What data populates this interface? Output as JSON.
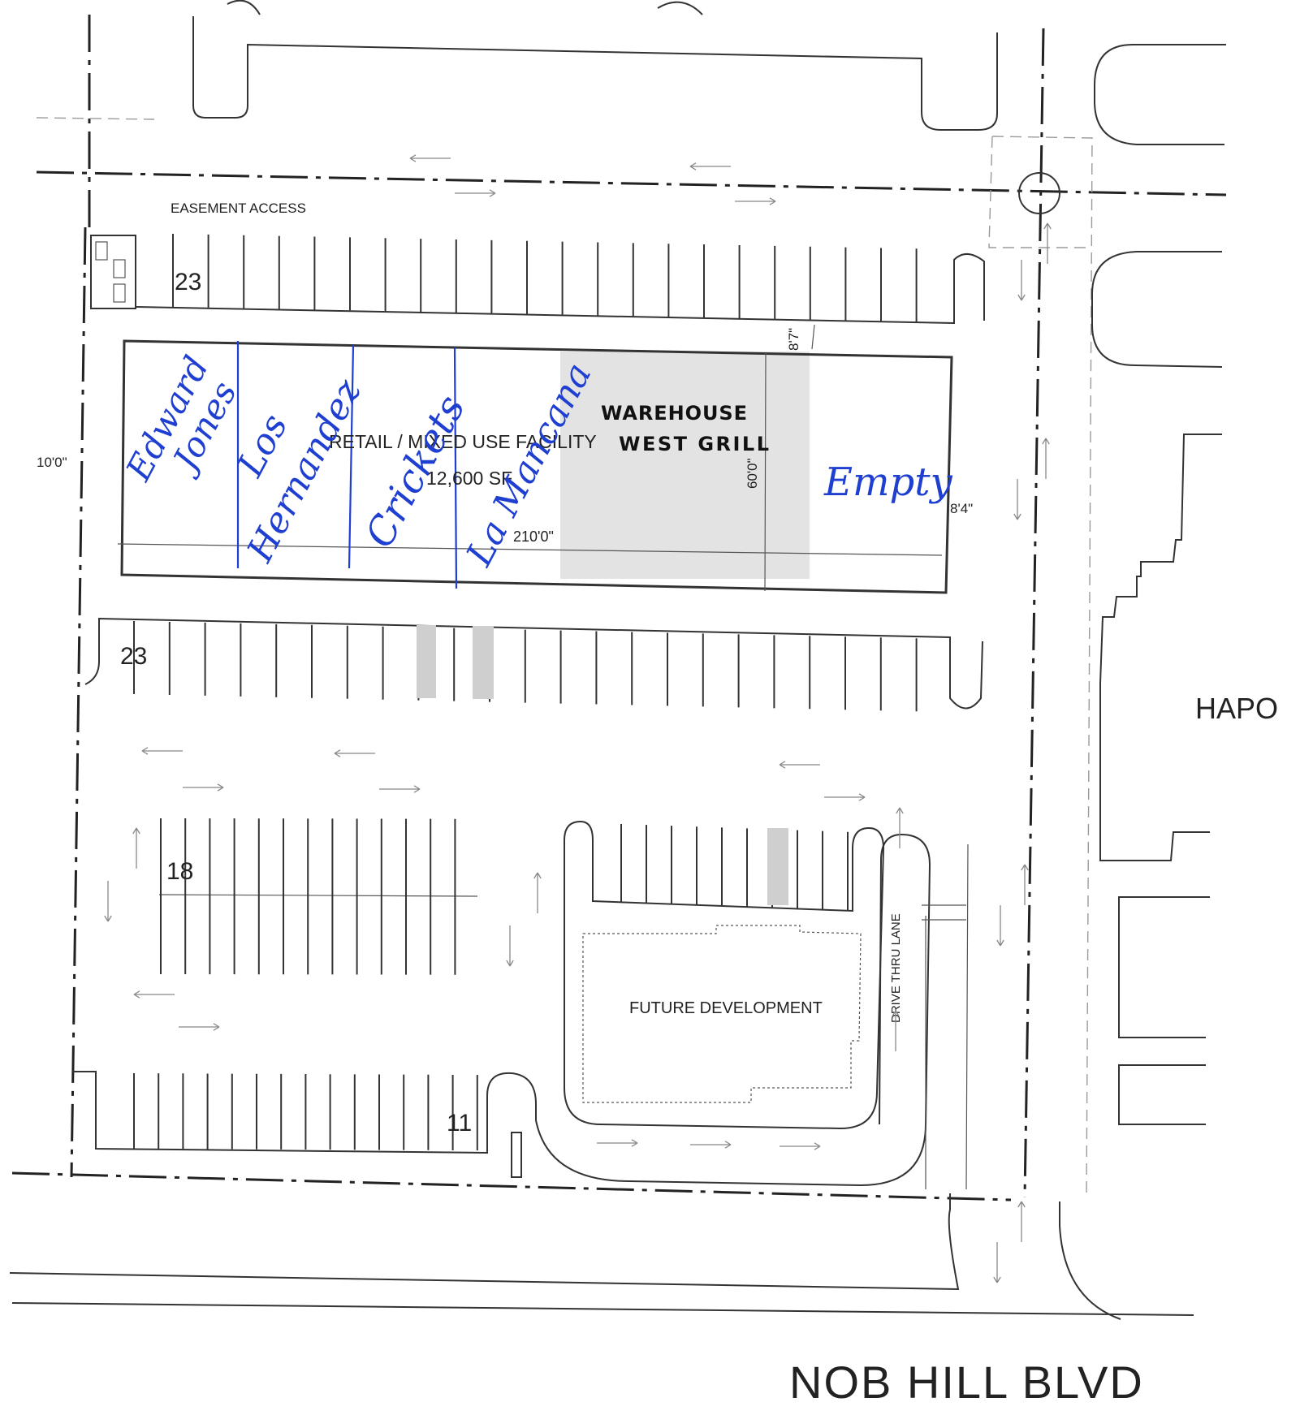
{
  "labels": {
    "easement": "EASEMENT ACCESS",
    "facility_name": "RETAIL / MIXED USE FACILITY",
    "facility_area": "12,600 SF",
    "dim_width": "210'0\"",
    "dim_depth": "60'0\"",
    "dim_left": "10'0\"",
    "dim_top_right": "8'7\"",
    "dim_right": "8'4\"",
    "future": "FUTURE DEVELOPMENT",
    "drive_thru": "DRIVE THRU LANE",
    "neighbor": "HAPO",
    "street": "NOB HILL BLVD"
  },
  "parking_counts": [
    "23",
    "23",
    "18",
    "11"
  ],
  "tenants": {
    "t1_line1": "Edward",
    "t1_line2": "Jones",
    "t2_line1": "Los",
    "t2_line2": "Hernandez",
    "t3": "Crickets",
    "t4": "La Mancana",
    "t5_line1": "WAREHOUSE",
    "t5_line2": "WEST GRILL",
    "t6": "Empty"
  },
  "colors": {
    "handwriting": "#1f3fd1",
    "linework": "#333333",
    "highlight": "#d9d9d9"
  }
}
